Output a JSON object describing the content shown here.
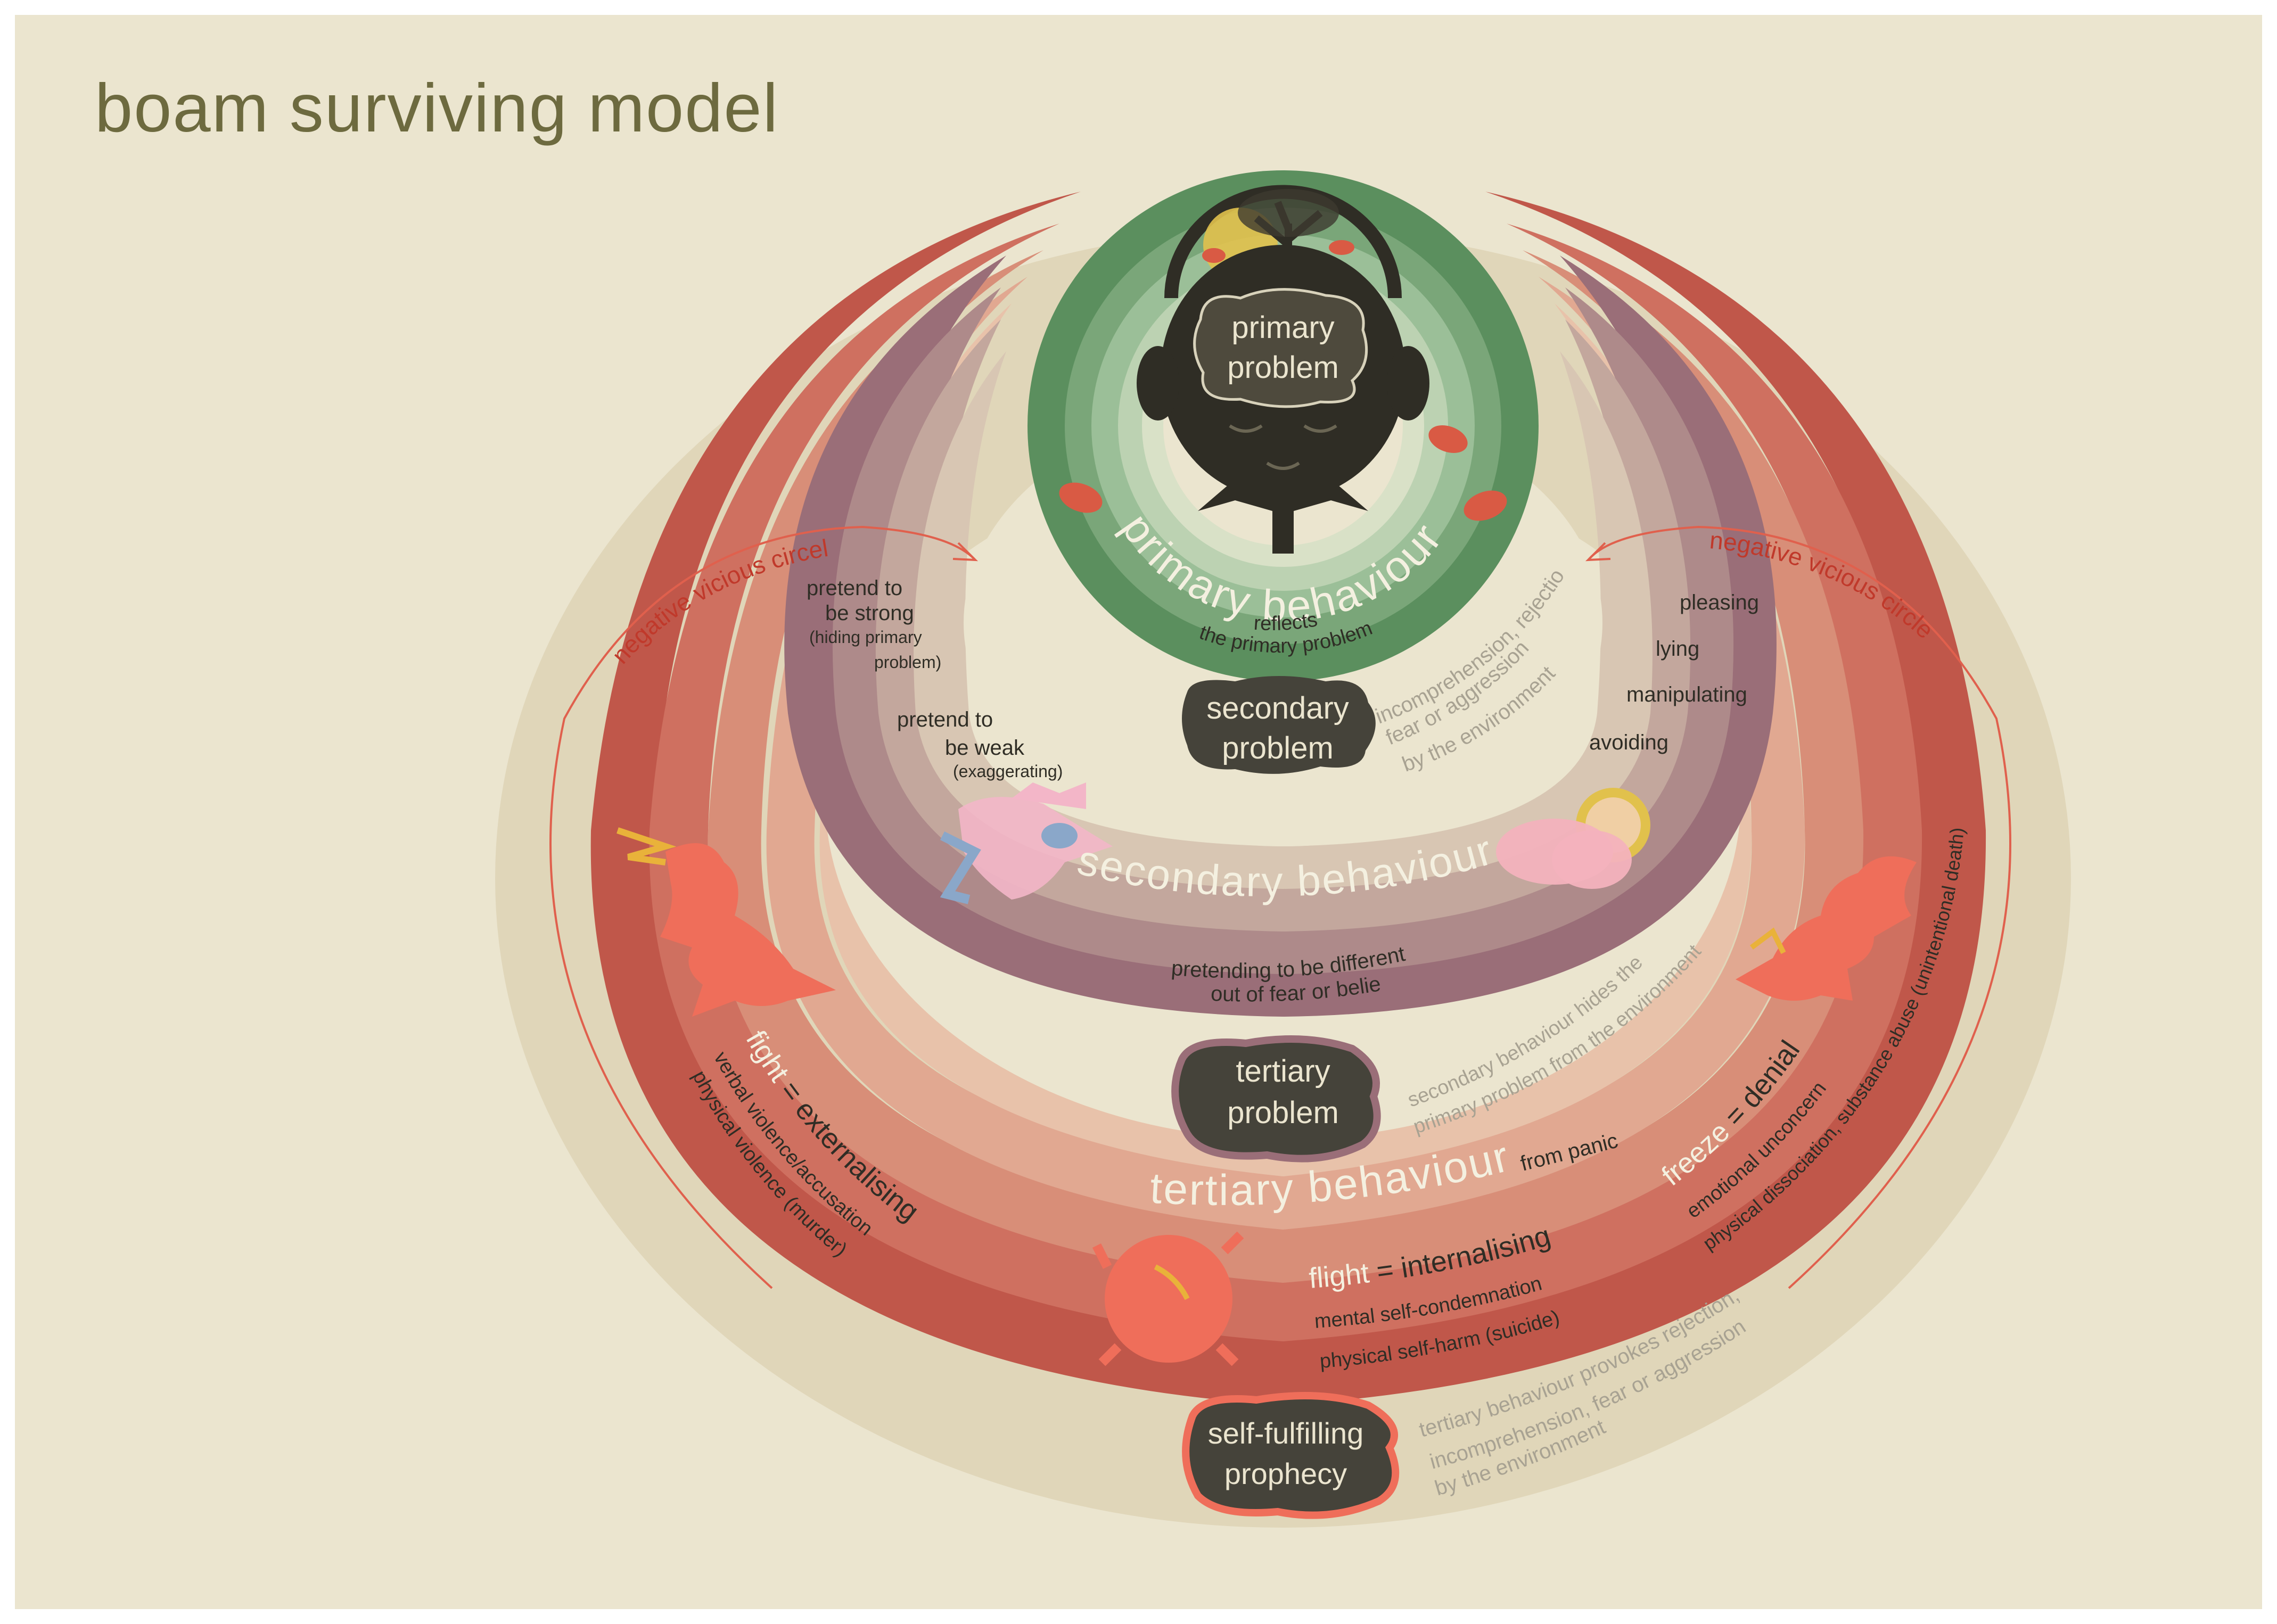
{
  "title": "boam surviving model",
  "problems": {
    "primary": [
      "primary",
      "problem"
    ],
    "secondary": [
      "secondary",
      "problem"
    ],
    "tertiary": [
      "tertiary",
      "problem"
    ],
    "self_fulfilling": [
      "self-fulfilling",
      "prophecy"
    ]
  },
  "primary_behaviour": {
    "label": "primary behaviour",
    "sub": [
      "reflects",
      "the primary problem"
    ]
  },
  "secondary_environment": [
    "incomprehension, rejection,",
    "fear or aggression",
    "by the environment"
  ],
  "left_strategies": {
    "strong": [
      "pretend to",
      "be strong",
      "(hiding primary",
      "problem)"
    ],
    "weak": [
      "pretend to",
      "be weak",
      "(exaggerating)"
    ]
  },
  "right_strategies": [
    "pleasing",
    "lying",
    "manipulating",
    "avoiding"
  ],
  "vicious_circle": {
    "left": "negative vicious circel",
    "right": "negative vicious circle"
  },
  "secondary_behaviour": {
    "label": "secondary behaviour",
    "sub": [
      "pretending to be different",
      "out of fear or belief"
    ]
  },
  "tertiary_note": [
    "secondary behaviour hides the",
    "primary problem from the environment"
  ],
  "tertiary_behaviour": {
    "label": "tertiary behaviour",
    "from": "from panic"
  },
  "fight": {
    "word": "fight",
    "eq": " = externalising",
    "lines": [
      "verbal violence/accusation",
      "physical violence (murder)"
    ]
  },
  "flight": {
    "word": "flight",
    "eq": " = internalising",
    "lines": [
      "mental self-condemnation",
      "physical self-harm (suicide)"
    ]
  },
  "freeze": {
    "word": "freeze",
    "eq": " = denial",
    "lines": [
      "emotional unconcern",
      "physical dissociation, substance abuse (unintentional death)"
    ]
  },
  "prophecy_note": [
    "tertiary behaviour provokes rejection,",
    "incomprehension, fear or aggression",
    "by the environment"
  ],
  "colors": {
    "background": "#ebe5cf",
    "title": "#6d6a3f",
    "green": "#5b8f5e",
    "mauve": "#9a6e78",
    "red": "#c0574a",
    "blob": "#45433a",
    "monster": "#ef6e5a"
  }
}
